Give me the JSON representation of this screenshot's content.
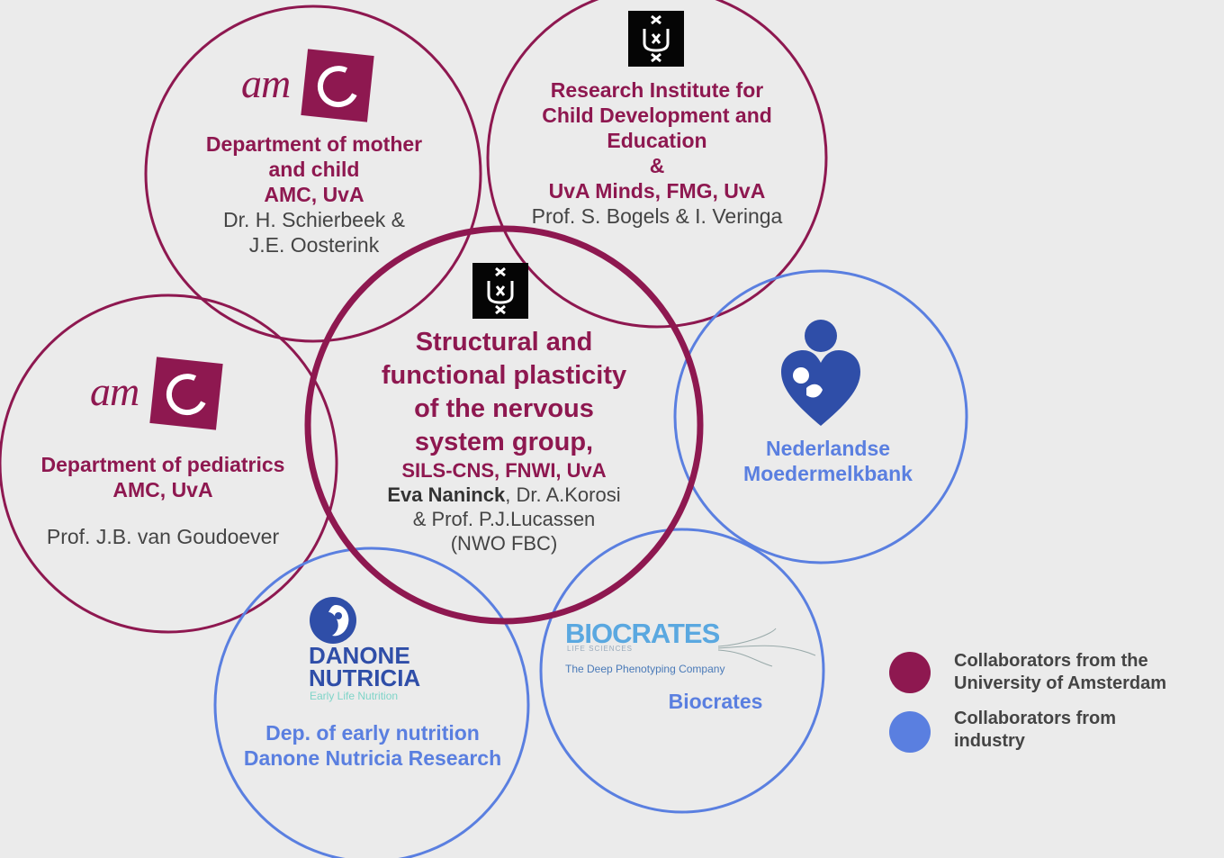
{
  "colors": {
    "uva": "#8e1850",
    "industry": "#5a7fe0",
    "background": "#ebebeb"
  },
  "center": {
    "title_lines": [
      "Structural and",
      "functional plasticity",
      "of the nervous",
      "system group,"
    ],
    "affiliation": "SILS-CNS, FNWI, UvA",
    "people_bold": "Eva Naninck",
    "people_rest": ", Dr. A.Korosi",
    "people_line2": "& Prof. P.J.Lucassen",
    "grant": "(NWO FBC)",
    "logo": "uva-logo-icon"
  },
  "mother_child": {
    "logo_text": "am",
    "title_lines": [
      "Department of mother",
      "and child",
      "AMC, UvA"
    ],
    "people_lines": [
      "Dr. H. Schierbeek &",
      "J.E. Oosterink"
    ]
  },
  "research_institute": {
    "logo": "uva-logo-icon",
    "title_lines": [
      "Research Institute for",
      "Child Development and",
      "Education",
      "&",
      "UvA Minds, FMG, UvA"
    ],
    "people": "Prof. S. Bogels & I. Veringa"
  },
  "pediatrics": {
    "logo_text": "am",
    "title_lines": [
      "Department of pediatrics",
      "AMC, UvA"
    ],
    "people": "Prof. J.B. van Goudoever"
  },
  "milkbank": {
    "logo": "mother-heart-icon",
    "title_lines": [
      "Nederlandse",
      "Moedermelkbank"
    ]
  },
  "danone": {
    "logo_name_lines": [
      "DANONE",
      "NUTRICIA"
    ],
    "logo_sub": "Early Life Nutrition",
    "title_lines": [
      "Dep. of early nutrition",
      "Danone Nutricia Research"
    ]
  },
  "biocrates": {
    "logo_name": "BIOCRATES",
    "logo_sub": "LIFE SCIENCES",
    "logo_tagline": "The Deep Phenotyping Company",
    "title": "Biocrates"
  },
  "legend": [
    {
      "label_lines": [
        "Collaborators from the",
        "University of Amsterdam"
      ],
      "color": "#8e1850"
    },
    {
      "label_lines": [
        "Collaborators from",
        "industry"
      ],
      "color": "#5a7fe0"
    }
  ]
}
